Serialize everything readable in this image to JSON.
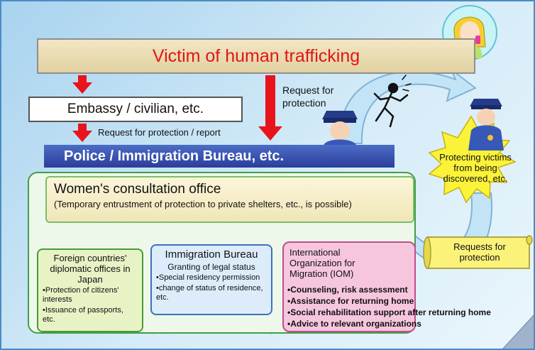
{
  "victim_label": "Victim of human trafficking",
  "embassy_label": "Embassy / civilian, etc.",
  "request_report_label": "Request for protection / report",
  "request_protection_label": [
    "Request for",
    "protection"
  ],
  "police_label": "Police / Immigration Bureau, etc.",
  "womens_office": {
    "title": "Women's consultation office",
    "subtitle": "(Temporary entrustment of protection to private shelters, etc., is possible)"
  },
  "foreign_offices": {
    "title": [
      "Foreign countries'",
      "diplomatic offices in",
      "Japan"
    ],
    "items": [
      "•Protection of citizens' interests",
      "•Issuance of passports, etc."
    ]
  },
  "immigration_bureau": {
    "title": "Immigration Bureau",
    "subtitle": "Granting of legal status",
    "items": [
      "•Special residency permission",
      "•change of status of residence, etc."
    ]
  },
  "iom": {
    "title": [
      "International",
      "Organization for",
      "Migration (IOM)"
    ],
    "items": [
      "•Counseling, risk assessment",
      "•Assistance for returning home",
      "•Social rehabilitation support after returning home",
      "•Advice to relevant organizations"
    ]
  },
  "star_label": [
    "Protecting victims",
    "from being",
    "discovered, etc."
  ],
  "scroll_label": [
    "Requests for",
    "protection"
  ],
  "colors": {
    "victim_text": "#e01616",
    "police_bar": "#2c3d9a",
    "arrow_red": "#e8141c",
    "arrow_orange": "#e86f1b",
    "star_fill": "#fbf23a",
    "cycle_arrow": "#bfe2f5"
  },
  "icons": [
    "woman-with-phone-icon",
    "police-officer-icon",
    "running-person-icon"
  ]
}
